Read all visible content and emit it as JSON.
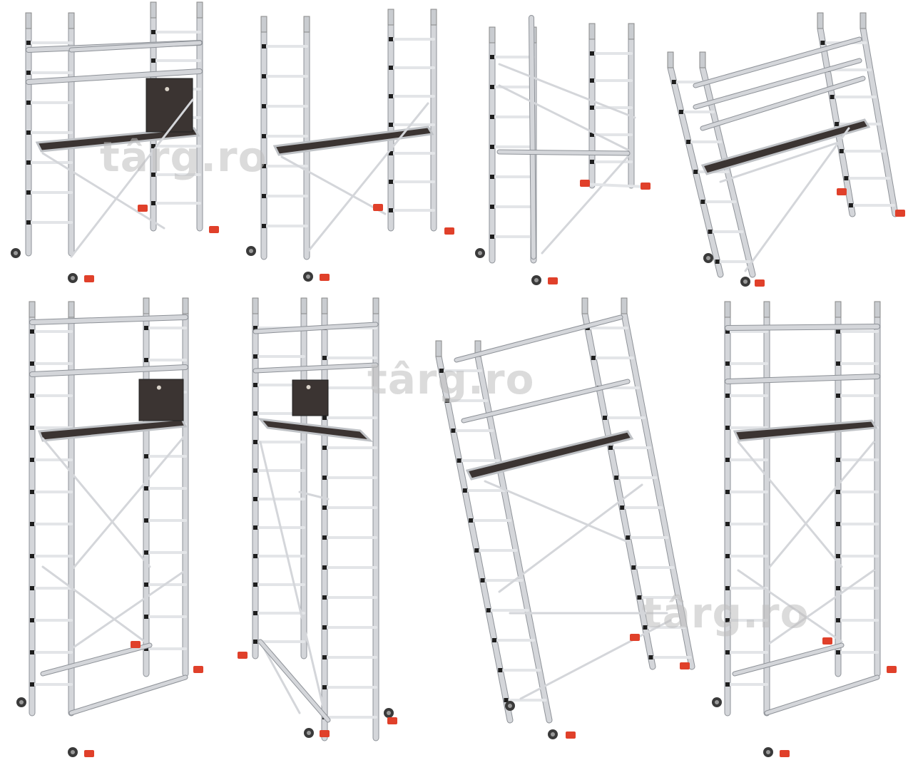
{
  "watermark": {
    "text": "târg.ro",
    "color": "#bebebe"
  },
  "colors": {
    "frame": "#d4d6da",
    "frame_edge": "#8e9298",
    "rung": "#e3e5e8",
    "board": "#3b3432",
    "feet": "#e0402a",
    "wheel": "#3a3a3a",
    "joint": "#1e1e1e"
  },
  "gallery": {
    "items": [
      {
        "label": "scaffold-short-with-guard-panel"
      },
      {
        "label": "scaffold-short-open"
      },
      {
        "label": "scaffold-short-folded-side"
      },
      {
        "label": "scaffold-short-tilted"
      },
      {
        "label": "scaffold-tall-with-guard-panel"
      },
      {
        "label": "scaffold-tall-with-guard-panel-perspective"
      },
      {
        "label": "scaffold-tall-tilted"
      },
      {
        "label": "scaffold-tall-open"
      }
    ]
  }
}
